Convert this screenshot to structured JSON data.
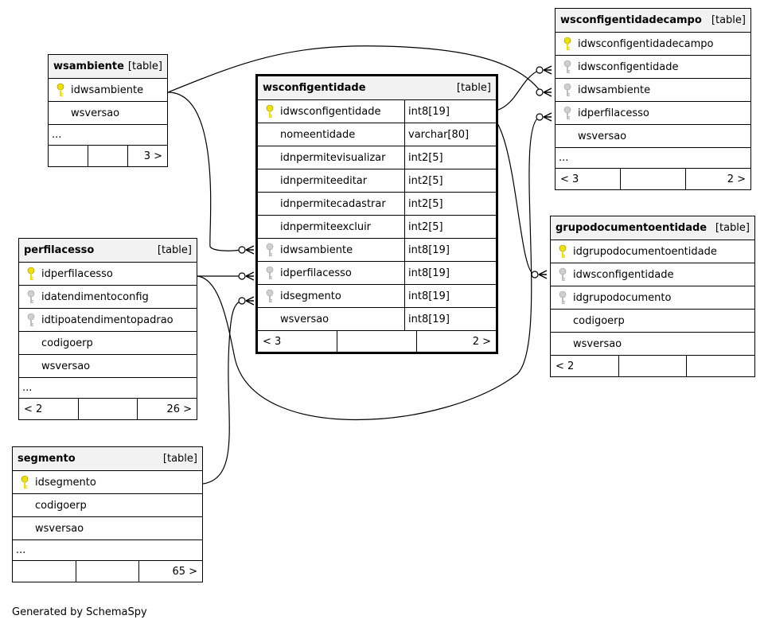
{
  "type_label": "[table]",
  "footer": {
    "credit": "Generated by SchemaSpy"
  },
  "tables": {
    "wsambiente": {
      "name": "wsambiente",
      "columns": [
        {
          "name": "idwsambiente",
          "key": "pk"
        },
        {
          "name": "wsversao",
          "key": ""
        }
      ],
      "ellipsis": "...",
      "footer": {
        "left": "",
        "mid": "",
        "right": "3 >"
      }
    },
    "wsconfigentidade": {
      "name": "wsconfigentidade",
      "columns": [
        {
          "name": "idwsconfigentidade",
          "type": "int8[19]",
          "key": "pk"
        },
        {
          "name": "nomeentidade",
          "type": "varchar[80]",
          "key": ""
        },
        {
          "name": "idnpermitevisualizar",
          "type": "int2[5]",
          "key": ""
        },
        {
          "name": "idnpermiteeditar",
          "type": "int2[5]",
          "key": ""
        },
        {
          "name": "idnpermitecadastrar",
          "type": "int2[5]",
          "key": ""
        },
        {
          "name": "idnpermiteexcluir",
          "type": "int2[5]",
          "key": ""
        },
        {
          "name": "idwsambiente",
          "type": "int8[19]",
          "key": "fk"
        },
        {
          "name": "idperfilacesso",
          "type": "int8[19]",
          "key": "fk"
        },
        {
          "name": "idsegmento",
          "type": "int8[19]",
          "key": "fk"
        },
        {
          "name": "wsversao",
          "type": "int8[19]",
          "key": ""
        }
      ],
      "footer": {
        "left": "< 3",
        "mid": "",
        "right": "2 >"
      }
    },
    "wsconfigentidadecampo": {
      "name": "wsconfigentidadecampo",
      "columns": [
        {
          "name": "idwsconfigentidadecampo",
          "key": "pk"
        },
        {
          "name": "idwsconfigentidade",
          "key": "fk"
        },
        {
          "name": "idwsambiente",
          "key": "fk"
        },
        {
          "name": "idperfilacesso",
          "key": "fk"
        },
        {
          "name": "wsversao",
          "key": ""
        }
      ],
      "ellipsis": "...",
      "footer": {
        "left": "< 3",
        "mid": "",
        "right": "2 >"
      }
    },
    "perfilacesso": {
      "name": "perfilacesso",
      "columns": [
        {
          "name": "idperfilacesso",
          "key": "pk"
        },
        {
          "name": "idatendimentoconfig",
          "key": "fk"
        },
        {
          "name": "idtipoatendimentopadrao",
          "key": "fk"
        },
        {
          "name": "codigoerp",
          "key": ""
        },
        {
          "name": "wsversao",
          "key": ""
        }
      ],
      "ellipsis": "...",
      "footer": {
        "left": "< 2",
        "mid": "",
        "right": "26 >"
      }
    },
    "grupodocumentoentidade": {
      "name": "grupodocumentoentidade",
      "columns": [
        {
          "name": "idgrupodocumentoentidade",
          "key": "pk"
        },
        {
          "name": "idwsconfigentidade",
          "key": "fk"
        },
        {
          "name": "idgrupodocumento",
          "key": "fk"
        },
        {
          "name": "codigoerp",
          "key": ""
        },
        {
          "name": "wsversao",
          "key": ""
        }
      ],
      "footer": {
        "left": "< 2",
        "mid": "",
        "right": ""
      }
    },
    "segmento": {
      "name": "segmento",
      "columns": [
        {
          "name": "idsegmento",
          "key": "pk"
        },
        {
          "name": "codigoerp",
          "key": ""
        },
        {
          "name": "wsversao",
          "key": ""
        }
      ],
      "ellipsis": "...",
      "footer": {
        "left": "",
        "mid": "",
        "right": "65 >"
      }
    }
  }
}
